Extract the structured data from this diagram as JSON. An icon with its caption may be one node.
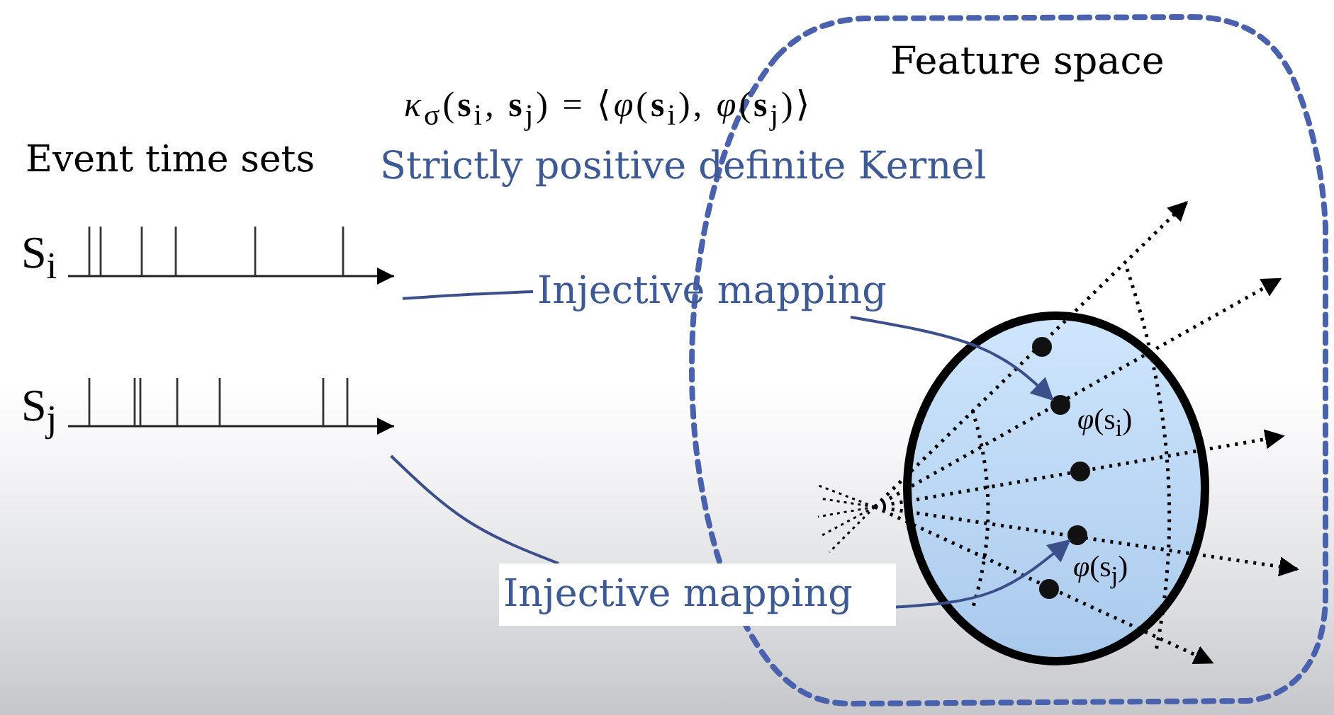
{
  "diagram": {
    "nodes": [
      {
        "text": [
          "Feature space"
        ]
      },
      {
        "text": [],
        "shape": "circle",
        "in": 0
      },
      {
        "text": [
          "S$_{i}$"
        ]
      },
      {
        "text": [
          "S$_{j}$"
        ]
      },
      {
        "text": [
          "Injective mapping"
        ]
      },
      {
        "text": [
          "Injective mapping"
        ]
      },
      {
        "text": [],
        "shape": "circle",
        "in": 1
      },
      {
        "text": [],
        "shape": "circle",
        "in": 1,
        "beside": [
          "*φ*(s$_{i}$)"
        ]
      },
      {
        "text": [],
        "shape": "circle",
        "in": 1
      },
      {
        "text": [],
        "shape": "circle",
        "in": 1,
        "beside": [
          "*φ*(s$_{j}$)"
        ]
      },
      {
        "text": [],
        "shape": "circle",
        "in": 1
      }
    ],
    "edges": [
      {
        "from": 2,
        "to": 4,
        "arrow": "none"
      },
      {
        "from": 4,
        "to": 7,
        "arrow": "to"
      },
      {
        "from": 3,
        "to": 5,
        "arrow": "none"
      },
      {
        "from": 5,
        "to": 9,
        "arrow": "to"
      }
    ],
    "labels": [
      "*κ*$_{σ}$(**s**$_{i}$, **s**$_{j}$) = ⟨*φ*(**s**$_{i}$), *φ*(**s**$_{j}$)⟩",
      "Event time sets",
      "Strictly positive definite Kernel"
    ]
  }
}
